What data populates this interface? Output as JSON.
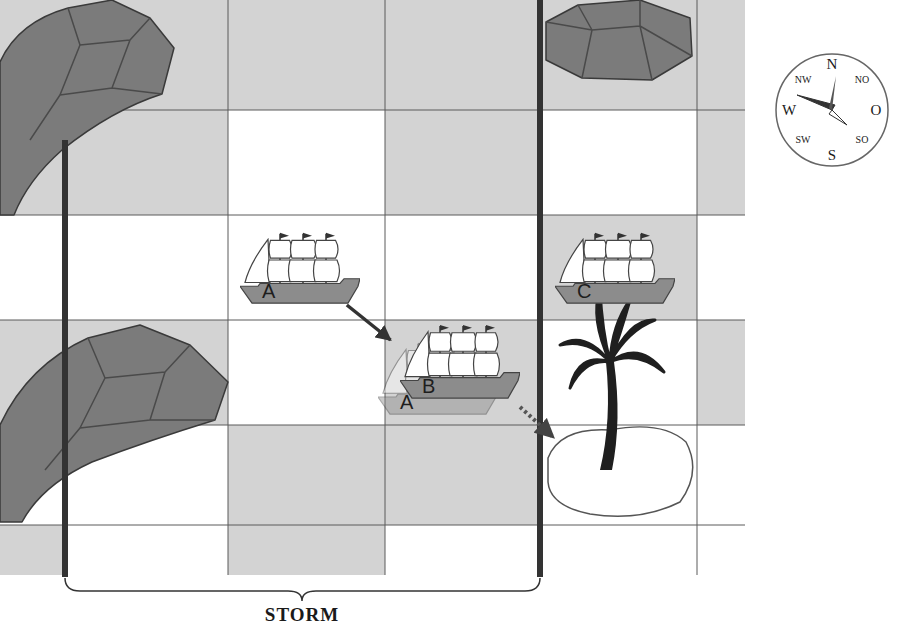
{
  "diagram": {
    "nodes": [
      {
        "text": [
          "A"
        ]
      },
      {
        "text": [
          "A"
        ]
      },
      {
        "text": [
          "B"
        ]
      },
      {
        "text": [
          "C"
        ]
      }
    ],
    "edges": [
      {
        "from": 0,
        "to": 1,
        "arrow": "to"
      }
    ],
    "labels": [
      "STORM",
      "N",
      "NW",
      "NO",
      "W",
      "O",
      "SW",
      "S",
      "SO"
    ]
  }
}
